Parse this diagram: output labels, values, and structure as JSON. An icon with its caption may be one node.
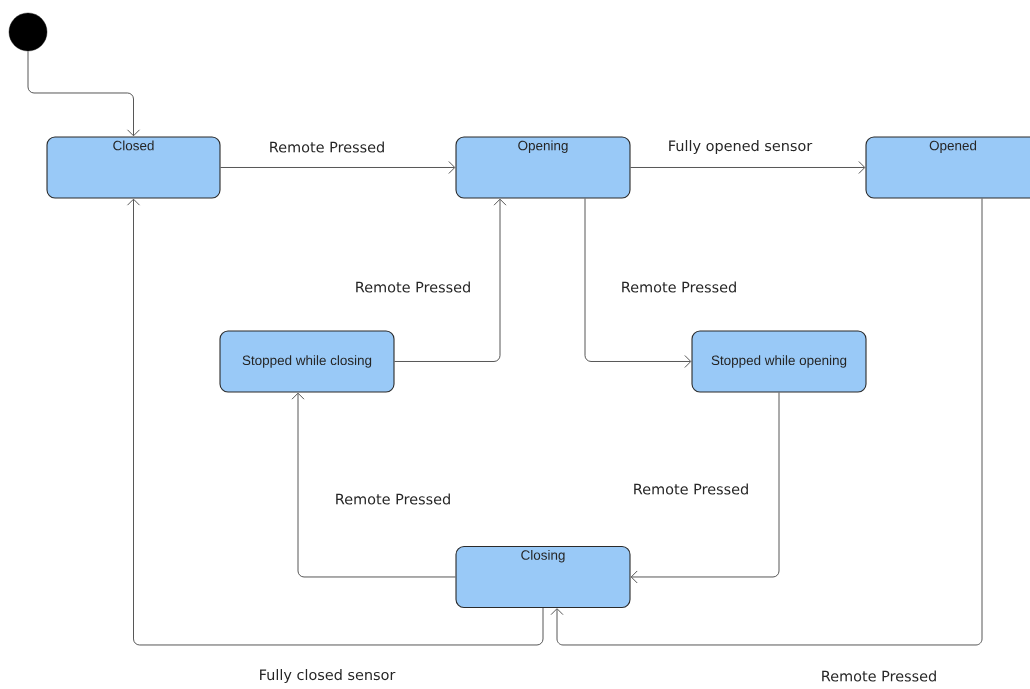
{
  "diagram": {
    "nodes": [
      {
        "text": [],
        "shape": "circle"
      },
      {
        "text": [
          "Closed"
        ]
      },
      {
        "text": [
          "Opening"
        ]
      },
      {
        "text": [
          "Opened"
        ]
      },
      {
        "text": [
          "Stopped while closing"
        ]
      },
      {
        "text": [
          "Stopped while opening"
        ]
      },
      {
        "text": [
          "Closing"
        ]
      }
    ],
    "edges": [
      {
        "from": 0,
        "to": 1,
        "arrow": "to"
      },
      {
        "from": 1,
        "to": 2,
        "arrow": "to",
        "label": "Remote Pressed"
      },
      {
        "from": 2,
        "to": 3,
        "arrow": "to",
        "label": "Fully opened sensor"
      },
      {
        "from": 4,
        "to": 2,
        "arrow": "to",
        "label": "Remote Pressed"
      },
      {
        "from": 2,
        "to": 5,
        "arrow": "to",
        "label": "Remote Pressed"
      },
      {
        "from": 5,
        "to": 6,
        "arrow": "to",
        "label": "Remote Pressed"
      },
      {
        "from": 6,
        "to": 4,
        "arrow": "to",
        "label": "Remote Pressed"
      },
      {
        "from": 6,
        "to": 1,
        "arrow": "to",
        "label": "Fully closed sensor"
      },
      {
        "from": 3,
        "to": 6,
        "arrow": "to",
        "label": "Remote Pressed"
      }
    ]
  }
}
